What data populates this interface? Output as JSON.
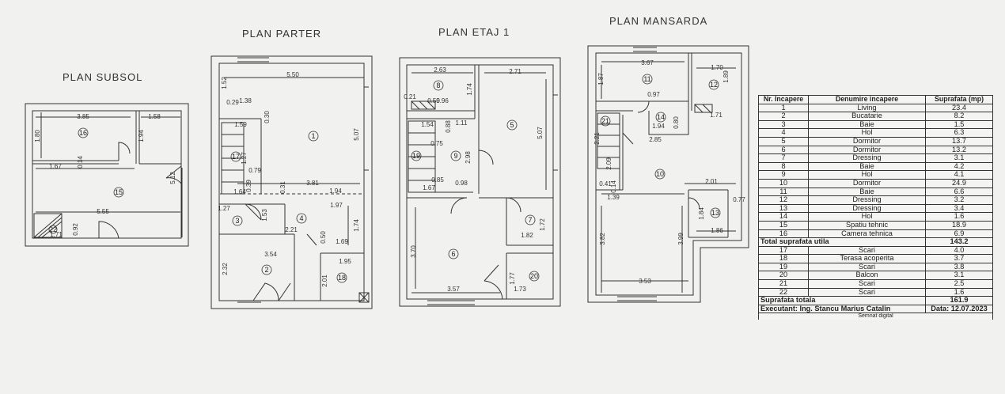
{
  "plans": {
    "subsol": {
      "title": "PLAN SUBSOL",
      "dims": [
        "3.85",
        "1.58",
        "1.80",
        "1.94",
        "0.14",
        "1.67",
        "5.12",
        "5.55",
        "1.71",
        "0.92"
      ],
      "rooms": [
        "16",
        "15",
        "22"
      ]
    },
    "parter": {
      "title": "PLAN PARTER",
      "dims": [
        "5.50",
        "1.52",
        "1.38",
        "0.30",
        "5.07",
        "1.59",
        "0.29",
        "0.79",
        "1.27",
        "0.39",
        "1.64",
        "3.81",
        "1.94",
        "0.31",
        "1.27",
        "1.53",
        "1.97",
        "2.21",
        "1.74",
        "3.54",
        "0.50",
        "1.69",
        "1.95",
        "2.32",
        "2.01"
      ],
      "rooms": [
        "1",
        "17",
        "3",
        "4",
        "2",
        "18"
      ]
    },
    "etaj1": {
      "title": "PLAN ETAJ 1",
      "dims": [
        "2.63",
        "2.71",
        "0.21",
        "0.59",
        "0.96",
        "1.74",
        "5.07",
        "1.54",
        "0.88",
        "1.11",
        "0.75",
        "2.98",
        "0.85",
        "1.67",
        "0.98",
        "3.70",
        "1.72",
        "1.82",
        "1.77",
        "3.57",
        "1.73"
      ],
      "rooms": [
        "8",
        "5",
        "19",
        "9",
        "7",
        "6",
        "20"
      ]
    },
    "mansarda": {
      "title": "PLAN MANSARDA",
      "dims": [
        "3.67",
        "1.70",
        "1.87",
        "1.89",
        "0.97",
        "1.71",
        "0.80",
        "2.21",
        "2.85",
        "1.94",
        "2.09",
        "0.14",
        "0.41",
        "2.01",
        "1.39",
        "0.77",
        "1.86",
        "1.84",
        "3.82",
        "3.99",
        "3.53"
      ],
      "rooms": [
        "11",
        "12",
        "21",
        "14",
        "10",
        "13"
      ]
    }
  },
  "table": {
    "headers": [
      "Nr. Incapere",
      "Denumire incapere",
      "Suprafata (mp)"
    ],
    "rows": [
      [
        "1",
        "Living",
        "23.4"
      ],
      [
        "2",
        "Bucatarie",
        "8.2"
      ],
      [
        "3",
        "Baie",
        "1.5"
      ],
      [
        "4",
        "Hol",
        "6.3"
      ],
      [
        "5",
        "Dormitor",
        "13.7"
      ],
      [
        "6",
        "Dormitor",
        "13.2"
      ],
      [
        "7",
        "Dressing",
        "3.1"
      ],
      [
        "8",
        "Baie",
        "4.2"
      ],
      [
        "9",
        "Hol",
        "4.1"
      ],
      [
        "10",
        "Dormitor",
        "24.9"
      ],
      [
        "11",
        "Baie",
        "6.6"
      ],
      [
        "12",
        "Dressing",
        "3.2"
      ],
      [
        "13",
        "Dressing",
        "3.4"
      ],
      [
        "14",
        "Hol",
        "1.6"
      ],
      [
        "15",
        "Spatiu tehnic",
        "18.9"
      ],
      [
        "16",
        "Camera tehnica",
        "6.9"
      ]
    ],
    "total_util_label": "Total suprafata utila",
    "total_util_value": "143.2",
    "extra_rows": [
      [
        "17",
        "Scari",
        "4.0"
      ],
      [
        "18",
        "Terasa acoperita",
        "3.7"
      ],
      [
        "19",
        "Scari",
        "3.8"
      ],
      [
        "20",
        "Balcon",
        "3.1"
      ],
      [
        "21",
        "Scari",
        "2.5"
      ],
      [
        "22",
        "Scari",
        "1.6"
      ]
    ],
    "total_label": "Suprafata totala",
    "total_value": "161.9",
    "executant": "Executant: Ing. Stancu Marius Catalin",
    "data": "Data: 12.07.2023",
    "sign": "Semnat digital"
  },
  "colors": {
    "line": "#333333",
    "background": "#f1f1ef"
  }
}
